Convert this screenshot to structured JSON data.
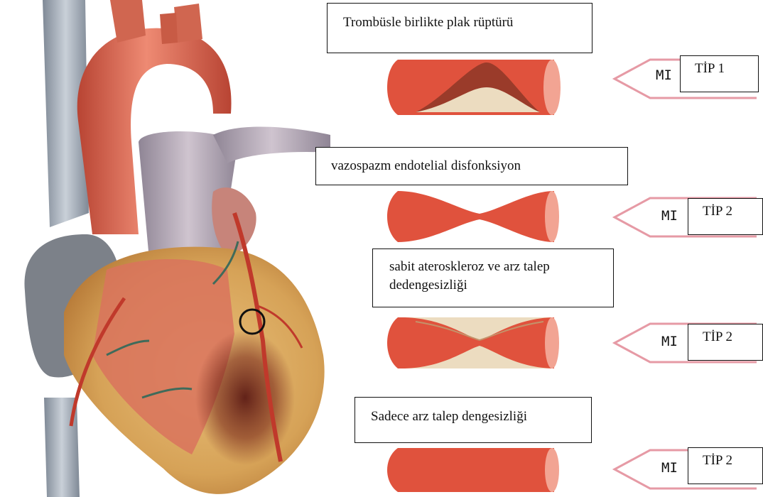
{
  "rows": [
    {
      "caption": "Trombüsle birlikte plak rüptürü",
      "marker": "MI",
      "type": "TİP 1",
      "vessel": "plaque-rupture-thrombus"
    },
    {
      "caption": "vazospazm endotelial disfonksiyon",
      "marker": "MI",
      "type": "TİP 2",
      "vessel": "vasospasm"
    },
    {
      "caption": "sabit ateroskleroz ve arz talep dedengesizliği",
      "marker": "MI",
      "type": "TİP 2",
      "vessel": "fixed-atherosclerosis"
    },
    {
      "caption": "Sadece arz talep dengesizliği",
      "marker": "MI",
      "type": "TİP 2",
      "vessel": "normal"
    }
  ],
  "colors": {
    "vessel_red": "#e0523d",
    "vessel_dark": "#b83a2a",
    "plaque": "#ecdcc0",
    "thrombus": "#9a3b2a",
    "arrow_outline": "#e69aa5",
    "myocardium": "#d9a45e"
  },
  "heart": {
    "lesion_marker": "circle",
    "icon": "heart-anatomy-illustration"
  }
}
